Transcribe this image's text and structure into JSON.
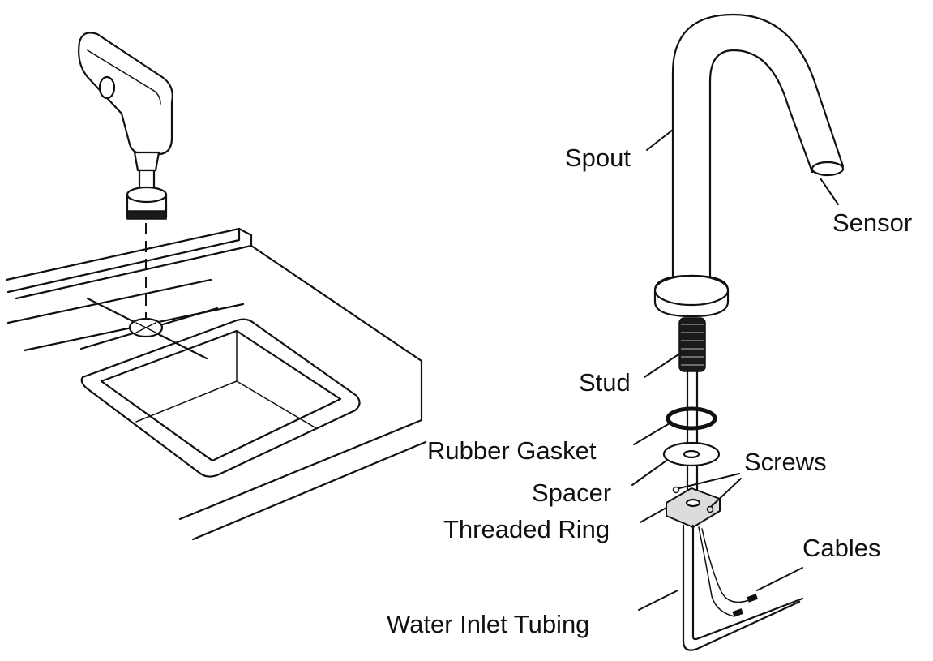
{
  "labels": {
    "spout": "Spout",
    "sensor": "Sensor",
    "stud": "Stud",
    "rubber_gasket": "Rubber Gasket",
    "screws": "Screws",
    "spacer": "Spacer",
    "threaded_ring": "Threaded Ring",
    "cables": "Cables",
    "water_inlet_tubing": "Water Inlet Tubing"
  },
  "colors": {
    "line": "#111111",
    "background": "#ffffff"
  }
}
